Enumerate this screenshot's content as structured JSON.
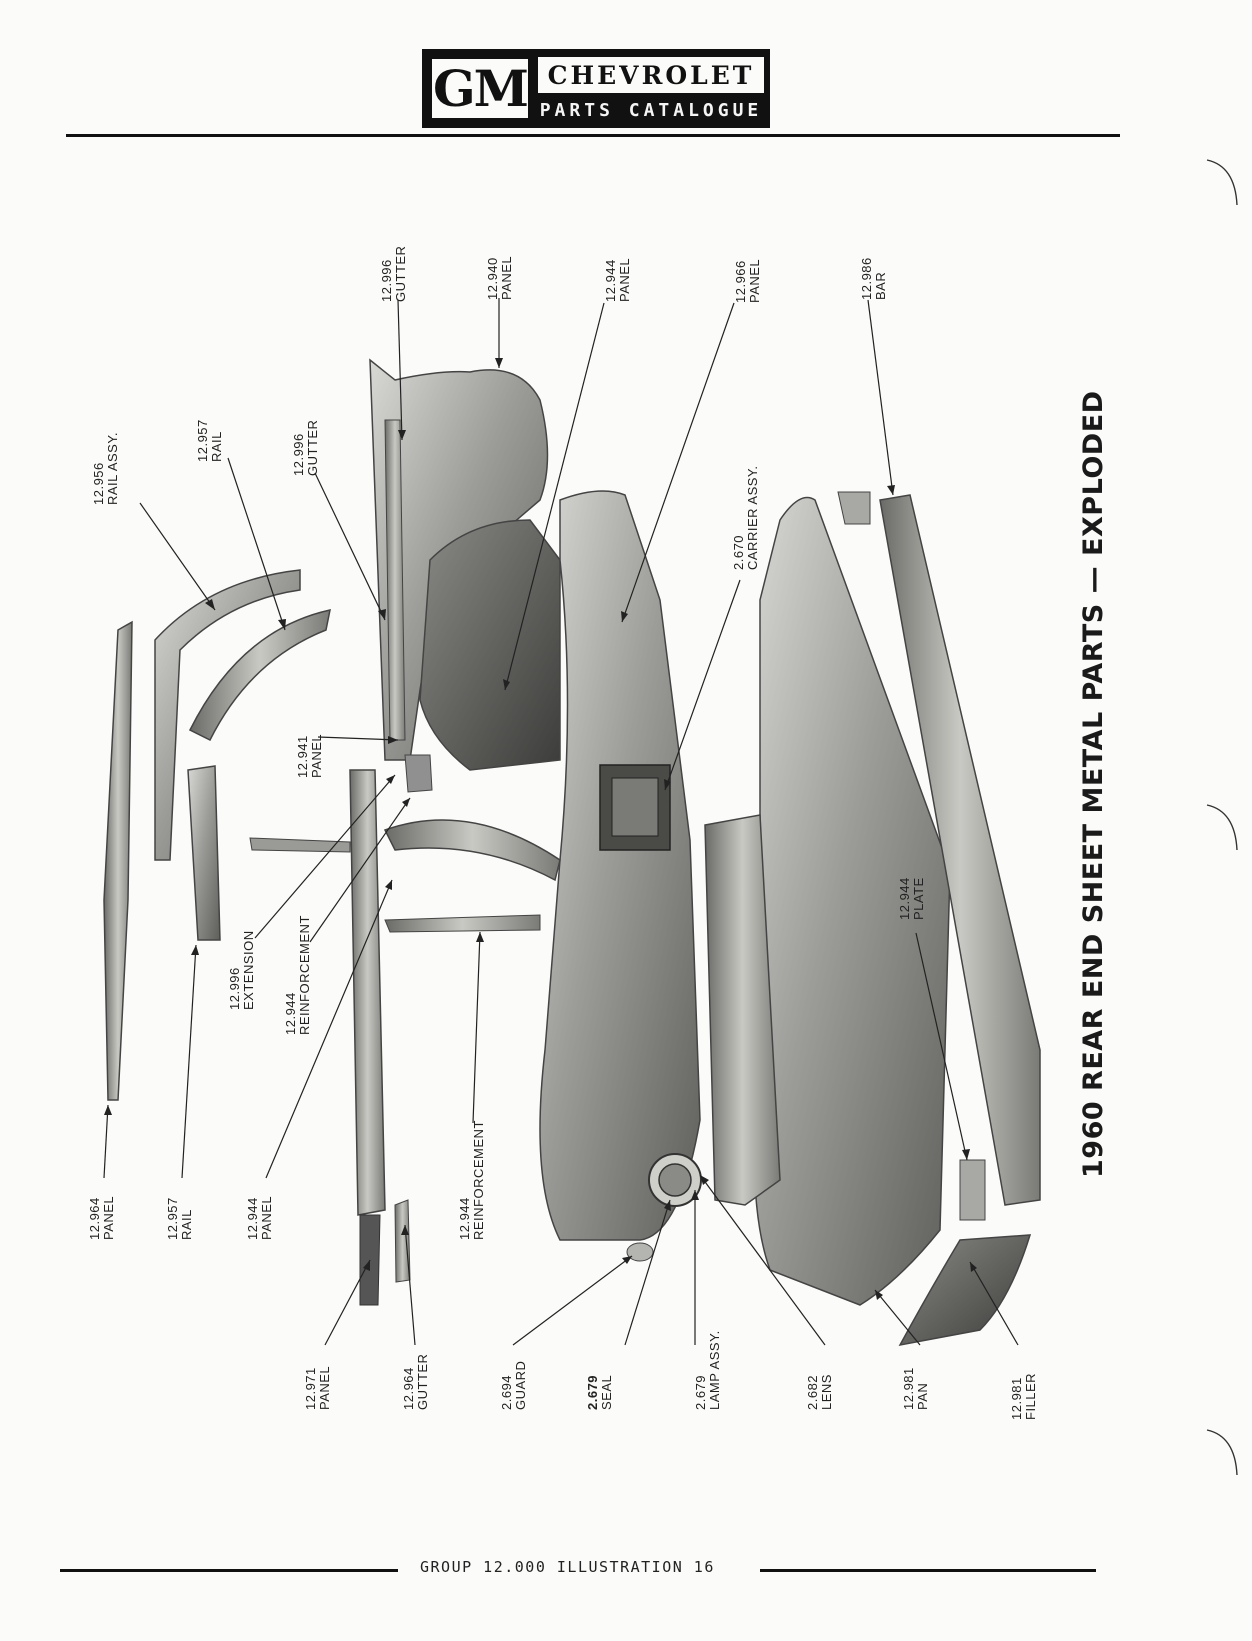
{
  "header": {
    "gm_logo": "GM",
    "brand": "CHEVROLET",
    "catalogue": "PARTS CATALOGUE"
  },
  "title": "1960 REAR END SHEET METAL PARTS — EXPLODED",
  "callouts": [
    {
      "id": "c1",
      "num": "12.956",
      "name": "RAIL ASSY."
    },
    {
      "id": "c2",
      "num": "12.957",
      "name": "RAIL"
    },
    {
      "id": "c3",
      "num": "12.996",
      "name": "GUTTER"
    },
    {
      "id": "c4",
      "num": "12.996",
      "name": "GUTTER"
    },
    {
      "id": "c5",
      "num": "12.940",
      "name": "PANEL"
    },
    {
      "id": "c6",
      "num": "12.944",
      "name": "PANEL"
    },
    {
      "id": "c7",
      "num": "12.966",
      "name": "PANEL"
    },
    {
      "id": "c8",
      "num": "12.986",
      "name": "BAR"
    },
    {
      "id": "c9",
      "num": "2.670",
      "name": "CARRIER ASSY."
    },
    {
      "id": "c10",
      "num": "12.941",
      "name": "PANEL"
    },
    {
      "id": "c11",
      "num": "12.996",
      "name": "EXTENSION"
    },
    {
      "id": "c12",
      "num": "12.944",
      "name": "REINFORCEMENT"
    },
    {
      "id": "c13",
      "num": "12.944",
      "name": "PLATE"
    },
    {
      "id": "c14",
      "num": "12.964",
      "name": "PANEL"
    },
    {
      "id": "c15",
      "num": "12.957",
      "name": "RAIL"
    },
    {
      "id": "c16",
      "num": "12.944",
      "name": "PANEL"
    },
    {
      "id": "c17",
      "num": "12.944",
      "name": "REINFORCEMENT"
    },
    {
      "id": "c18",
      "num": "12.971",
      "name": "PANEL"
    },
    {
      "id": "c19",
      "num": "12.964",
      "name": "GUTTER"
    },
    {
      "id": "c20",
      "num": "2.694",
      "name": "GUARD"
    },
    {
      "id": "c21",
      "num": "2.679",
      "name": "SEAL"
    },
    {
      "id": "c22",
      "num": "2.679",
      "name": "LAMP ASSY."
    },
    {
      "id": "c23",
      "num": "2.682",
      "name": "LENS"
    },
    {
      "id": "c24",
      "num": "12.981",
      "name": "PAN"
    },
    {
      "id": "c25",
      "num": "12.981",
      "name": "FILLER"
    }
  ],
  "footer": "GROUP 12.000 ILLUSTRATION 16"
}
